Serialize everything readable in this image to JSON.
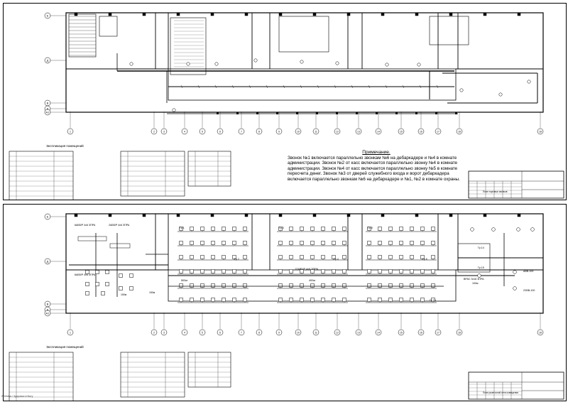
{
  "sheet1": {
    "table_title": "Экспликация помещений",
    "notes_title": "Примечание.",
    "notes_text": "Звонок №1 включается параллельно звонкам №6 на дебаркадере и №4 в комнате администрации. Звонок №2 от касс включается параллельно звонку №4 в комнате администрации. Звонок №4 от касс включается параллельно звонку №5 в комнате пересчета денег. Звонок №3 от дверей служебного входа и ворот дебаркадера включается параллельно звонкам №6 на дебаркадере и №1, №2 в комнате охраны.",
    "stamp_text": "План торговых звонков"
  },
  "sheet2": {
    "table_title": "Экспликация помещений",
    "stamp_text": "План розеточной сети освещения",
    "labels": {
      "panel1": "6АВ5/Р 4х6 ЗПРА",
      "panel2": "2АВ5/Р 4х6 ЗПРА",
      "panel3": "6АВ5/Р 4х6 ЗПРА",
      "trunk": "12АВ5/Р 4х6 ЗПРА",
      "len1": "400м",
      "len2": "500м",
      "len3": "150м",
      "len4": "150м",
      "breaker": "ВРАС 3х16 ЗПРА",
      "len5": "100м",
      "out1": "АВВ-100",
      "out2": "2ХВВ-100",
      "gr1": "Гр.1",
      "gr2": "Гр.2",
      "gr3": "Гр.3",
      "gr4": "Гр.4",
      "gr5": "Гр.5",
      "gr6": "Гр.6",
      "gr14": "Гр.14",
      "gr15": "Гр.15",
      "gr16": "Гр.16"
    }
  },
  "grid_rows_top": [
    "Е",
    "Д",
    "В",
    "А",
    "А1"
  ],
  "grid_cols": [
    "1",
    "2",
    "3",
    "4",
    "5",
    "6",
    "7",
    "8",
    "9",
    "10",
    "11",
    "12",
    "13",
    "14",
    "15",
    "16",
    "17",
    "18"
  ],
  "credit": "Wellness / Здоровье в быту"
}
